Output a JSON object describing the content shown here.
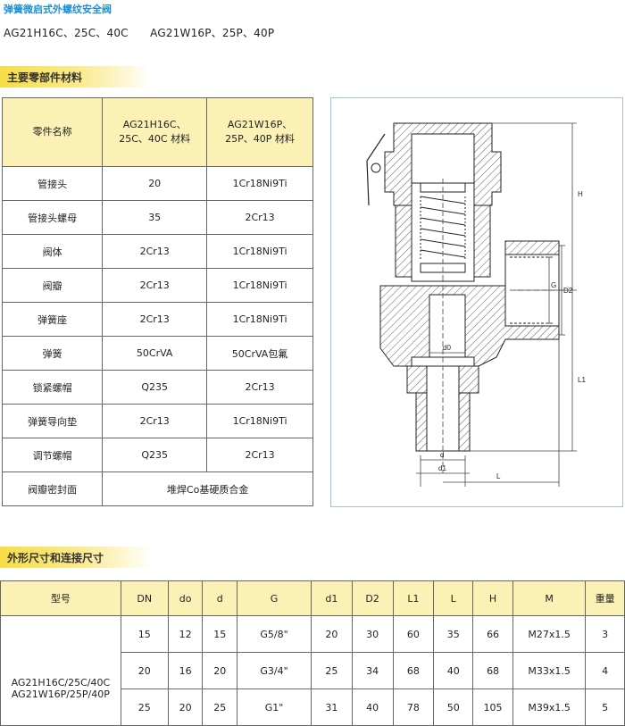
{
  "title": "弹簧微启式外螺纹安全阀",
  "subtitle": "AG21H16C、25C、40C　　AG21W16P、25P、40P",
  "section1": {
    "title": "主要零部件材料"
  },
  "materials": {
    "headers": [
      "零件名称",
      "AG21H16C、25C、40C 材料",
      "AG21W16P、25P、40P 材料"
    ],
    "rows": [
      {
        "name": "管接头",
        "a": "20",
        "b": "1Cr18Ni9Ti"
      },
      {
        "name": "管接头螺母",
        "a": "35",
        "b": "2Cr13"
      },
      {
        "name": "阀体",
        "a": "2Cr13",
        "b": "1Cr18Ni9Ti"
      },
      {
        "name": "阀瓣",
        "a": "2Cr13",
        "b": "1Cr18Ni9Ti"
      },
      {
        "name": "弹簧座",
        "a": "2Cr13",
        "b": "1Cr18Ni9Ti"
      },
      {
        "name": "弹簧",
        "a": "50CrVA",
        "b": "50CrVA包氟"
      },
      {
        "name": "锁紧螺帽",
        "a": "Q235",
        "b": "2Cr13"
      },
      {
        "name": "弹簧导向垫",
        "a": "2Cr13",
        "b": "1Cr18Ni9Ti"
      },
      {
        "name": "调节螺帽",
        "a": "Q235",
        "b": "2Cr13"
      }
    ],
    "last_row": {
      "name": "阀瓣密封面",
      "value": "堆焊Co基硬质合金"
    }
  },
  "drawing": {
    "labels": {
      "H": "H",
      "G": "G",
      "D2": "D2",
      "L1": "L1",
      "L": "L",
      "d0": "d0",
      "d": "d",
      "d1": "d1"
    }
  },
  "section2": {
    "title": "外形尺寸和连接尺寸"
  },
  "dimensions": {
    "headers": [
      "型号",
      "DN",
      "do",
      "d",
      "G",
      "d1",
      "D2",
      "L1",
      "L",
      "H",
      "M",
      "重量"
    ],
    "model": [
      "AG21H16C/25C/40C",
      "AG21W16P/25P/40P"
    ],
    "rows": [
      [
        "15",
        "12",
        "15",
        "G5/8\"",
        "20",
        "30",
        "60",
        "35",
        "66",
        "M27x1.5",
        "3"
      ],
      [
        "20",
        "16",
        "20",
        "G3/4\"",
        "25",
        "34",
        "68",
        "40",
        "68",
        "M33x1.5",
        "4"
      ],
      [
        "25",
        "20",
        "25",
        "G1\"",
        "31",
        "40",
        "78",
        "50",
        "105",
        "M39x1.5",
        "5"
      ]
    ]
  }
}
